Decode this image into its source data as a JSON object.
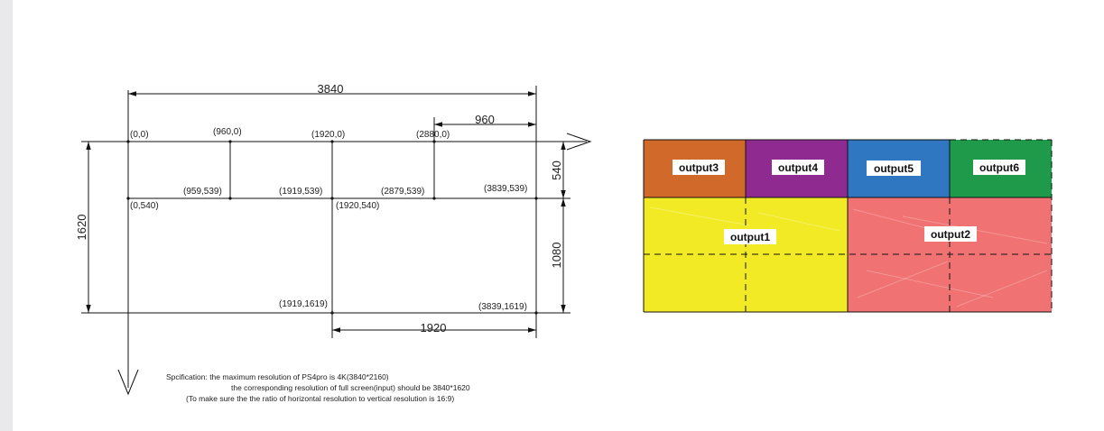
{
  "dimensions": {
    "total_width": "3840",
    "quarter_width": "960",
    "half_width": "1920",
    "total_height": "1620",
    "top_row_height": "540",
    "bottom_row_height": "1080"
  },
  "coordinates": {
    "c_0_0": "(0,0)",
    "c_960_0": "(960,0)",
    "c_1920_0": "(1920,0)",
    "c_2880_0": "(2880,0)",
    "c_959_539": "(959,539)",
    "c_1919_539": "(1919,539)",
    "c_2879_539": "(2879,539)",
    "c_3839_539": "(3839,539)",
    "c_0_540": "(0,540)",
    "c_1920_540": "(1920,540)",
    "c_1919_1619": "(1919,1619)",
    "c_3839_1619": "(3839,1619)"
  },
  "outputs": {
    "output1": "output1",
    "output2": "output2",
    "output3": "output3",
    "output4": "output4",
    "output5": "output5",
    "output6": "output6"
  },
  "colors": {
    "output1": "#f2ea24",
    "output2": "#f07272",
    "output3": "#d1692a",
    "output4": "#8e2a90",
    "output5": "#2f77c0",
    "output6": "#1f9a4a"
  },
  "specification": {
    "line1": "Spcification: the maximum resolution of PS4pro is 4K(3840*2160)",
    "line2": "the corresponding resolution of full screen(input) should be 3840*1620",
    "line3": "(To make sure the the ratio of horizontal resolution to vertical resolution is 16:9)"
  }
}
